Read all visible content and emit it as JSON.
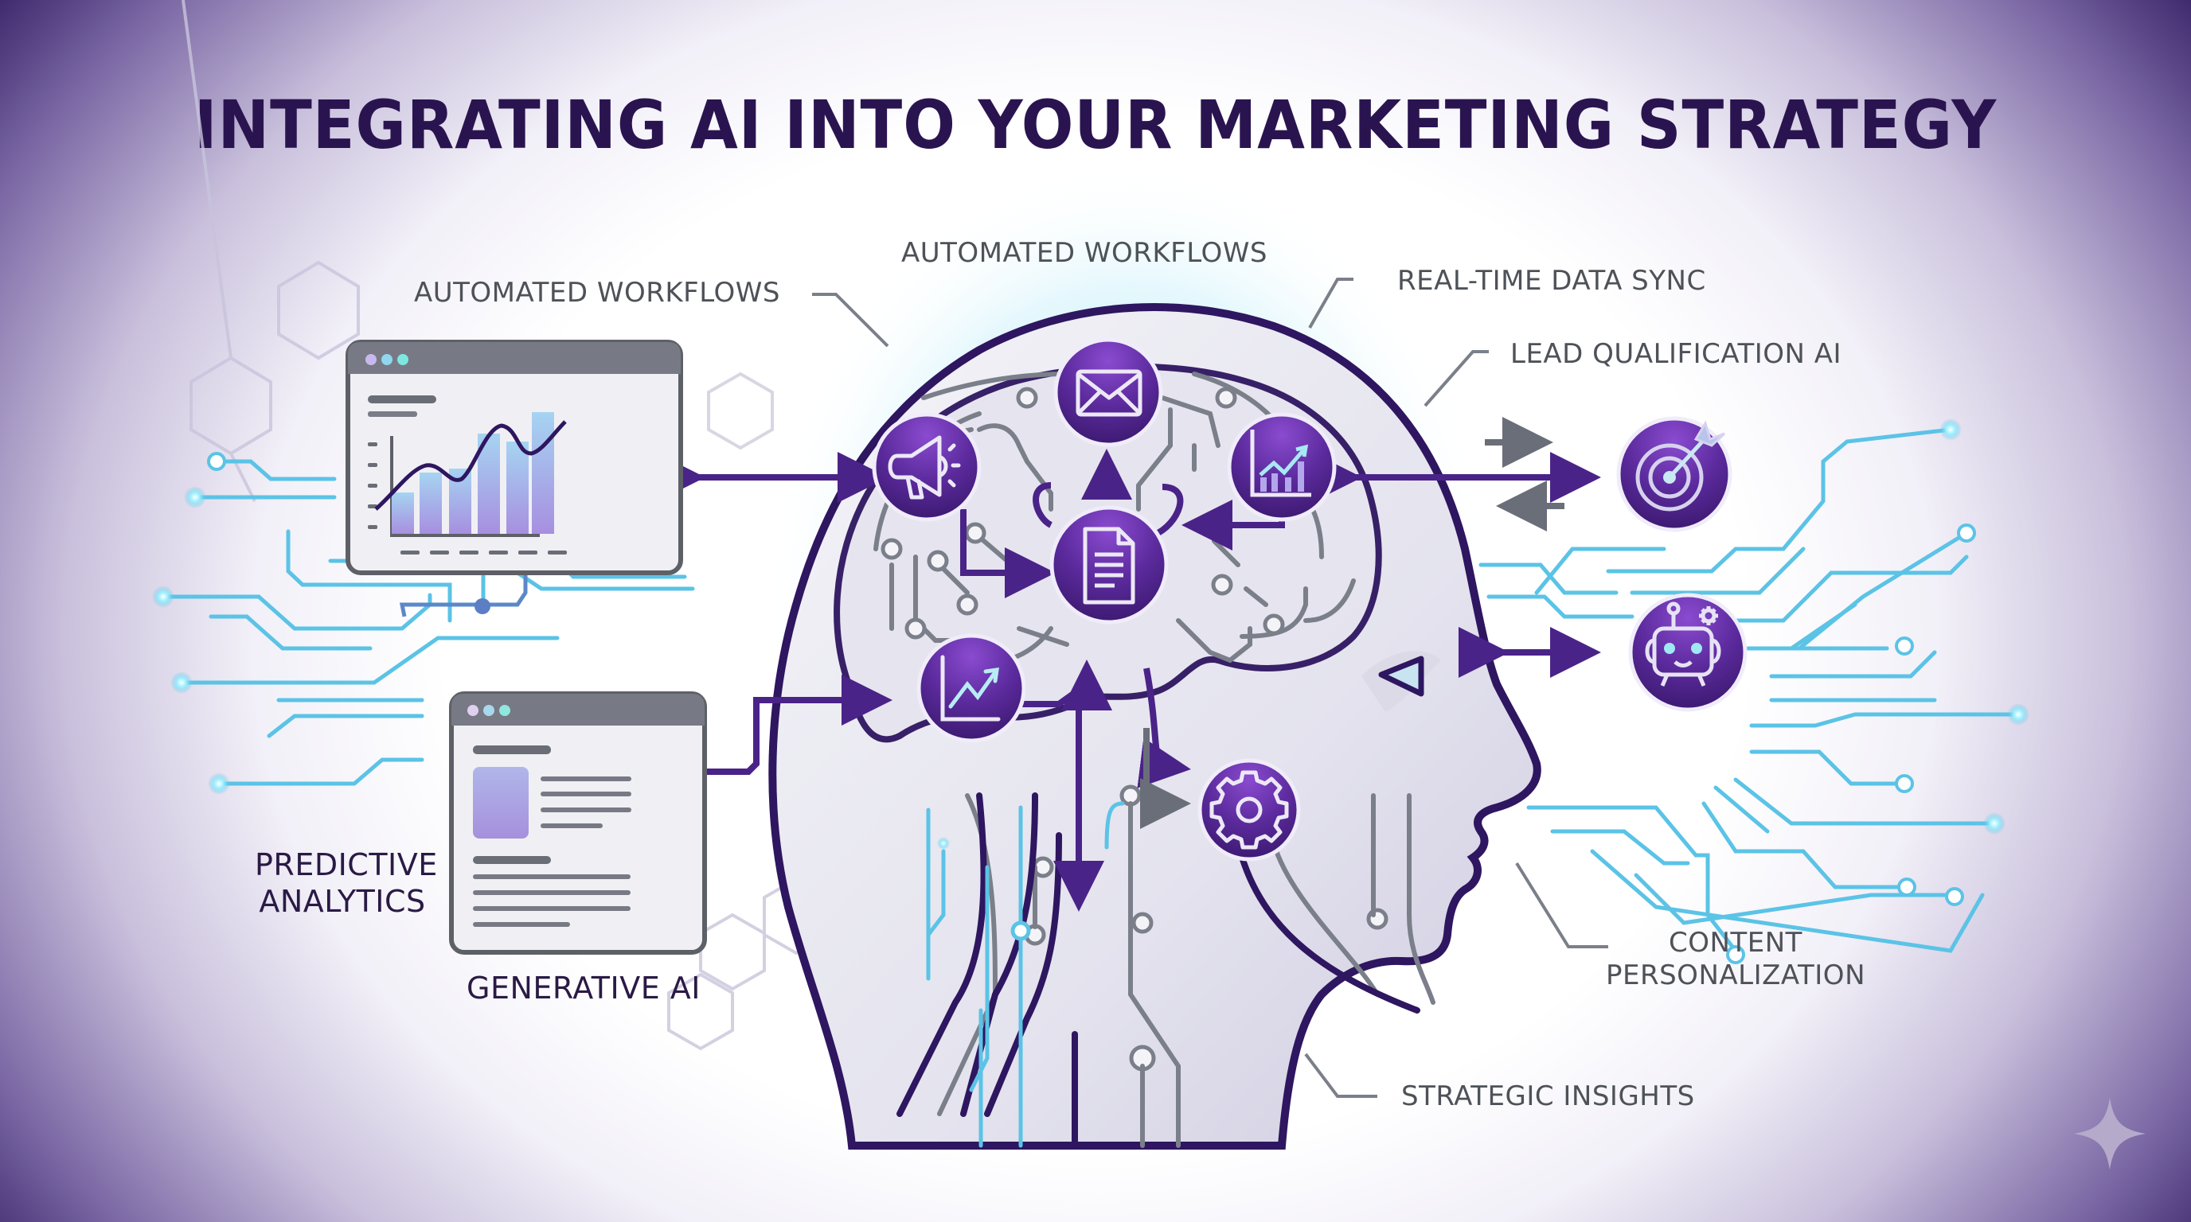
{
  "title": "INTEGRATING AI INTO YOUR MARKETING STRATEGY",
  "labels": {
    "automated_workflows_left": "AUTOMATED WORKFLOWS",
    "automated_workflows_top": "AUTOMATED WORKFLOWS",
    "real_time_data_sync": "REAL-TIME DATA SYNC",
    "lead_qualification_ai": "LEAD QUALIFICATION AI",
    "predictive_analytics_line1": "PREDICTIVE",
    "predictive_analytics_line2": "ANALYTICS",
    "generative_ai": "GENERATIVE AI",
    "content_personalization_line1": "CONTENT",
    "content_personalization_line2": "PERSONALIZATION",
    "strategic_insights": "STRATEGIC INSIGHTS"
  },
  "nodes": [
    {
      "id": "email",
      "icon": "envelope-icon"
    },
    {
      "id": "megaphone",
      "icon": "megaphone-icon"
    },
    {
      "id": "analytics-bars",
      "icon": "bar-chart-trend-icon"
    },
    {
      "id": "document",
      "icon": "document-icon"
    },
    {
      "id": "trend-line",
      "icon": "line-chart-trend-icon"
    },
    {
      "id": "settings",
      "icon": "gear-icon"
    },
    {
      "id": "target",
      "icon": "target-arrow-icon"
    },
    {
      "id": "chatbot",
      "icon": "robot-icon"
    }
  ],
  "windows": {
    "chart_window": {
      "dots": [
        "#c9b8f0",
        "#8fd6ee",
        "#7ee8e0"
      ],
      "bars": [
        0.35,
        0.5,
        0.53,
        0.7,
        0.64,
        0.9
      ]
    },
    "content_window": {
      "dots": [
        "#e0d0f0",
        "#a8d8ee",
        "#8ee8e0"
      ]
    }
  },
  "colors": {
    "primary_purple": "#5a2a9a",
    "dark_purple": "#2a1450",
    "circuit_cyan": "#5bc3e6",
    "circuit_gray": "#7a7f8a"
  }
}
